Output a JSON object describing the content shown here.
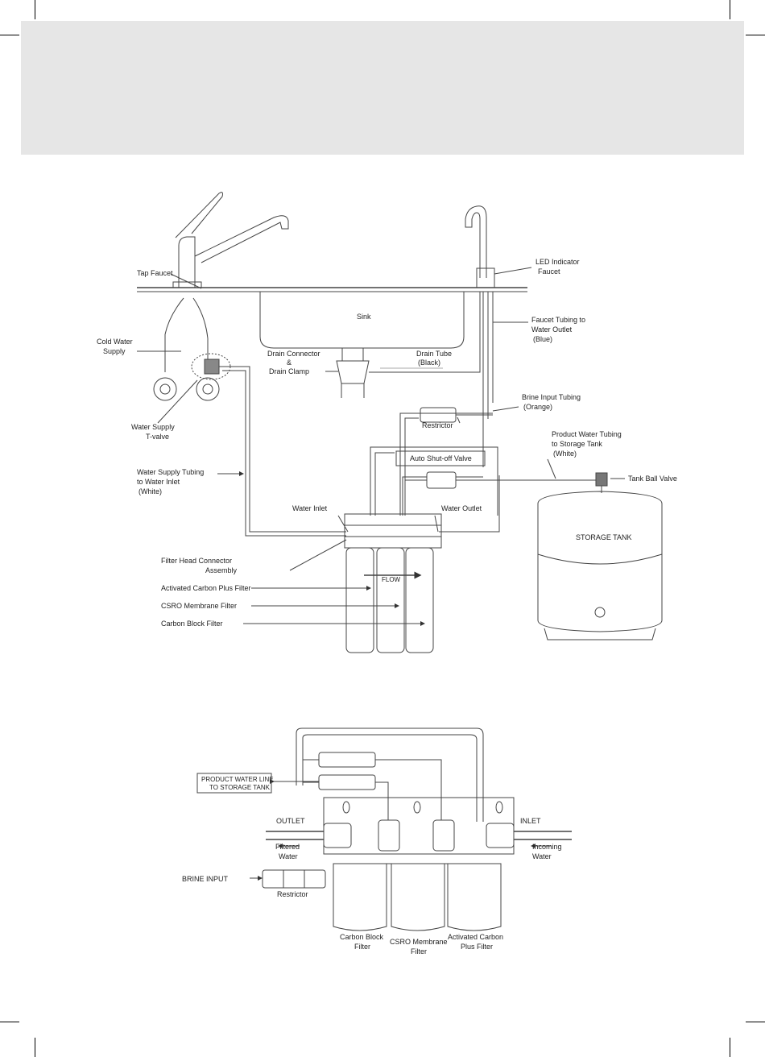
{
  "top_diagram": {
    "labels": {
      "tap_faucet": "Tap Faucet",
      "cold_water_supply_1": "Cold Water",
      "cold_water_supply_2": "Supply",
      "sink": "Sink",
      "drain_connector_1": "Drain Connector",
      "drain_connector_2": "&",
      "drain_connector_3": "Drain Clamp",
      "drain_tube_1": "Drain Tube",
      "drain_tube_2": "(Black)",
      "water_supply_tvalve_1": "Water Supply",
      "water_supply_tvalve_2": "T-valve",
      "water_supply_tubing_1": "Water Supply Tubing",
      "water_supply_tubing_2": "to Water Inlet",
      "water_supply_tubing_3": "(White)",
      "led_faucet_1": "LED Indicator",
      "led_faucet_2": "Faucet",
      "faucet_tubing_1": "Faucet Tubing to",
      "faucet_tubing_2": "Water Outlet",
      "faucet_tubing_3": "(Blue)",
      "brine_tubing_1": "Brine Input Tubing",
      "brine_tubing_2": "(Orange)",
      "restrictor": "Restrictor",
      "auto_shutoff": "Auto Shut-off Valve",
      "product_tubing_1": "Product Water Tubing",
      "product_tubing_2": "to Storage Tank",
      "product_tubing_3": "(White)",
      "tank_ball_valve": "Tank Ball Valve",
      "water_inlet": "Water Inlet",
      "water_outlet": "Water Outlet",
      "storage_tank": "STORAGE TANK",
      "filter_head_1": "Filter Head Connector",
      "filter_head_2": "Assembly",
      "flow": "FLOW",
      "activated_carbon": "Activated Carbon Plus Filter",
      "csro_membrane": "CSRO Membrane Filter",
      "carbon_block": "Carbon Block Filter"
    }
  },
  "bottom_diagram": {
    "labels": {
      "product_line_1": "PRODUCT WATER LINE",
      "product_line_2": "TO STORAGE TANK",
      "outlet": "OUTLET",
      "inlet": "INLET",
      "filtered_water_1": "Filtered",
      "filtered_water_2": "Water",
      "incoming_water_1": "Incoming",
      "incoming_water_2": "Water",
      "brine_input": "BRINE INPUT",
      "restrictor": "Restrictor",
      "carbon_block_1": "Carbon Block",
      "carbon_block_2": "Filter",
      "csro_1": "CSRO Membrane",
      "csro_2": "Filter",
      "activated_carbon_1": "Activated Carbon",
      "activated_carbon_2": "Plus Filter"
    }
  }
}
